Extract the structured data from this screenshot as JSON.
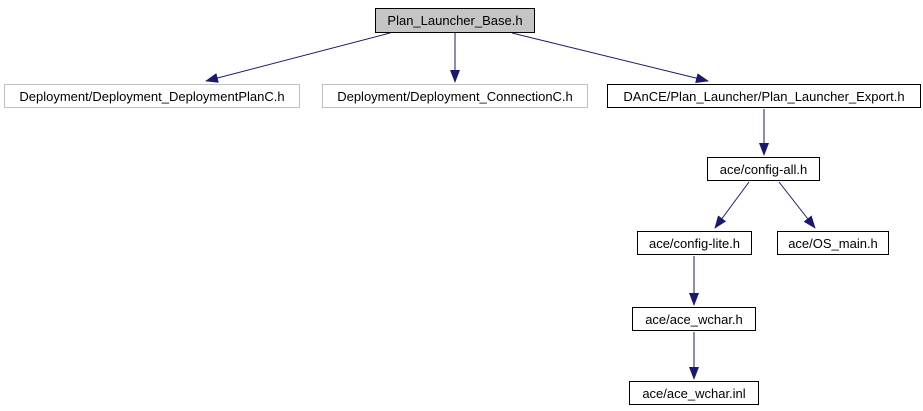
{
  "diagram": {
    "kind": "include-dependency-graph",
    "colors": {
      "background": "#ffffff",
      "edge": "#191970",
      "text": "#000000",
      "node_fill": "#ffffff",
      "node_border": "#000000",
      "muted_border": "#c0c0c0",
      "root_fill": "#c5c5c5",
      "root_border": "#000000"
    },
    "nodes": [
      {
        "id": "root",
        "label": "Plan_Launcher_Base.h",
        "style": "root"
      },
      {
        "id": "deployment-plan",
        "label": "Deployment/Deployment_DeploymentPlanC.h",
        "style": "muted"
      },
      {
        "id": "connection",
        "label": "Deployment/Deployment_ConnectionC.h",
        "style": "muted"
      },
      {
        "id": "export",
        "label": "DAnCE/Plan_Launcher/Plan_Launcher_Export.h",
        "style": "normal"
      },
      {
        "id": "config-all",
        "label": "ace/config-all.h",
        "style": "normal"
      },
      {
        "id": "config-lite",
        "label": "ace/config-lite.h",
        "style": "normal"
      },
      {
        "id": "os-main",
        "label": "ace/OS_main.h",
        "style": "normal"
      },
      {
        "id": "ace-wchar-h",
        "label": "ace/ace_wchar.h",
        "style": "normal"
      },
      {
        "id": "ace-wchar-inl",
        "label": "ace/ace_wchar.inl",
        "style": "normal"
      }
    ],
    "edges": [
      {
        "from": "root",
        "to": "deployment-plan"
      },
      {
        "from": "root",
        "to": "connection"
      },
      {
        "from": "root",
        "to": "export"
      },
      {
        "from": "export",
        "to": "config-all"
      },
      {
        "from": "config-all",
        "to": "config-lite"
      },
      {
        "from": "config-all",
        "to": "os-main"
      },
      {
        "from": "config-lite",
        "to": "ace-wchar-h"
      },
      {
        "from": "ace-wchar-h",
        "to": "ace-wchar-inl"
      }
    ]
  }
}
